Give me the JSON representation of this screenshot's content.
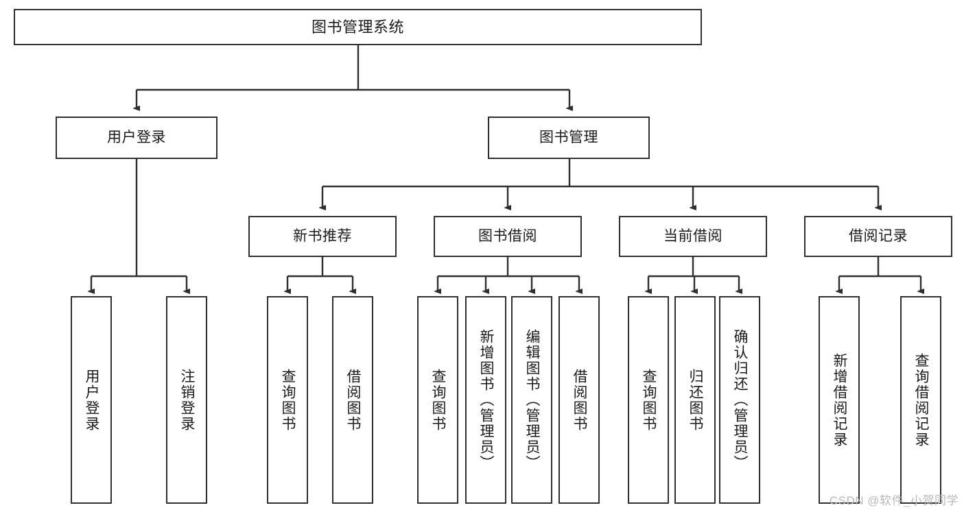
{
  "diagram": {
    "type": "tree",
    "title": "图书管理系统",
    "root": {
      "id": "root",
      "label": "图书管理系统"
    },
    "level2": [
      {
        "id": "user-login",
        "label": "用户登录"
      },
      {
        "id": "book-management",
        "label": "图书管理"
      }
    ],
    "level3": [
      {
        "id": "new-book-recommend",
        "label": "新书推荐",
        "parent": "book-management"
      },
      {
        "id": "book-borrow",
        "label": "图书借阅",
        "parent": "book-management"
      },
      {
        "id": "current-borrow",
        "label": "当前借阅",
        "parent": "book-management"
      },
      {
        "id": "borrow-record",
        "label": "借阅记录",
        "parent": "book-management"
      }
    ],
    "leaves": {
      "user_login": [
        {
          "id": "leaf-user-login",
          "label": "用户登录"
        },
        {
          "id": "leaf-logout",
          "label": "注销登录"
        }
      ],
      "new_book_recommend": [
        {
          "id": "leaf-query-book-1",
          "label": "查询图书"
        },
        {
          "id": "leaf-borrow-book-1",
          "label": "借阅图书"
        }
      ],
      "book_borrow": [
        {
          "id": "leaf-query-book-2",
          "label": "查询图书"
        },
        {
          "id": "leaf-add-book",
          "label": "新增图书（管理员）"
        },
        {
          "id": "leaf-edit-book",
          "label": "编辑图书（管理员）"
        },
        {
          "id": "leaf-borrow-book-2",
          "label": "借阅图书"
        }
      ],
      "current_borrow": [
        {
          "id": "leaf-query-book-3",
          "label": "查询图书"
        },
        {
          "id": "leaf-return-book",
          "label": "归还图书"
        },
        {
          "id": "leaf-confirm-return",
          "label": "确认归还（管理员）"
        }
      ],
      "borrow_record": [
        {
          "id": "leaf-add-record",
          "label": "新增借阅记录"
        },
        {
          "id": "leaf-query-record",
          "label": "查询借阅记录"
        }
      ]
    }
  },
  "watermark": {
    "text": "CSDN @软件_小贺同学"
  },
  "colors": {
    "box_border": "#2e2e2e",
    "box_fill": "#ffffff",
    "connector": "#2e2e2e",
    "text": "#1a1a1a",
    "watermark": "#b8b8b8",
    "background": "#ffffff"
  }
}
